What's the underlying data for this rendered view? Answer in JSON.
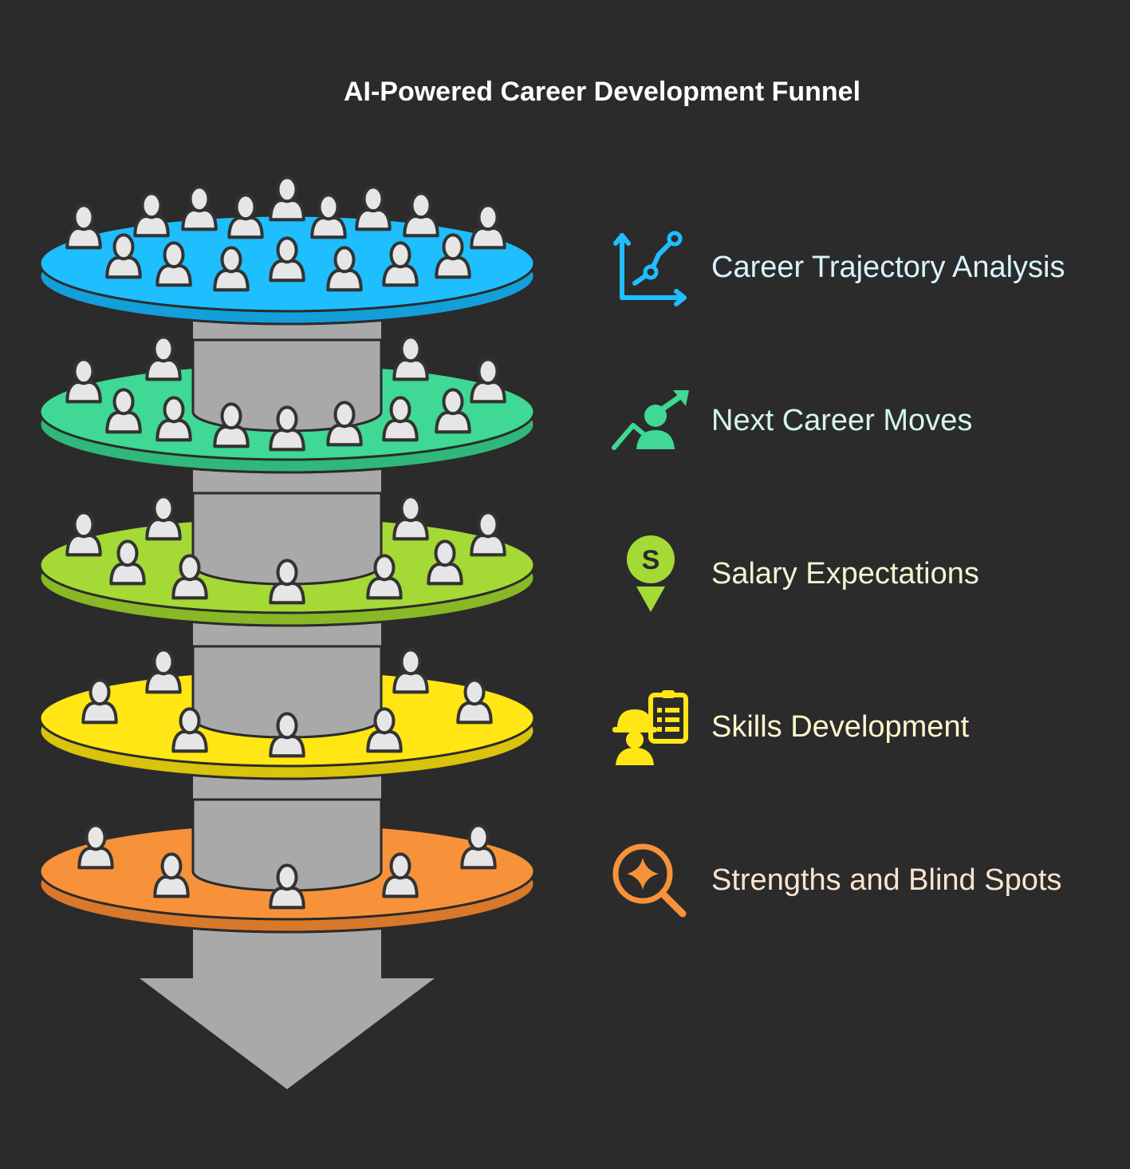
{
  "title": "AI-Powered Career Development Funnel",
  "stages": [
    {
      "label": "Career Trajectory Analysis",
      "icon": "trajectory-chart-icon",
      "color": "#1ebeff",
      "side_color": "#139fd9",
      "text_color": "#d9f3ff"
    },
    {
      "label": "Next Career Moves",
      "icon": "person-growth-arrow-icon",
      "color": "#3fd894",
      "side_color": "#2fb879",
      "text_color": "#d4f7e6"
    },
    {
      "label": "Salary Expectations",
      "icon": "salary-pin-icon",
      "color": "#a5d935",
      "side_color": "#88b826",
      "text_color": "#eef8d2"
    },
    {
      "label": "Skills Development",
      "icon": "worker-checklist-icon",
      "color": "#ffe614",
      "side_color": "#d9c30c",
      "text_color": "#fff8cc"
    },
    {
      "label": "Strengths and Blind Spots",
      "icon": "magnifier-sparkle-icon",
      "color": "#f7923a",
      "side_color": "#d9772a",
      "text_color": "#fde4cf"
    }
  ],
  "colors": {
    "background": "#2b2b2b",
    "shaft": "#a9a9a9",
    "person": "#e6e6e6"
  }
}
